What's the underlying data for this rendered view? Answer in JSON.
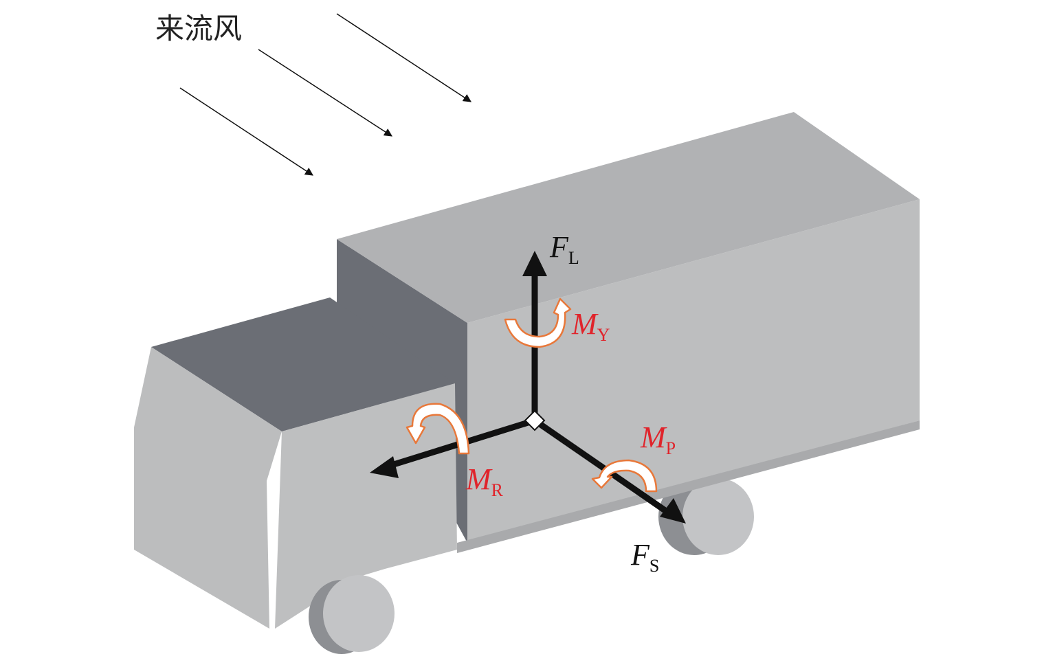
{
  "wind_label": "来流风",
  "forces": {
    "lift": {
      "symbol": "F",
      "sub": "L"
    },
    "side": {
      "symbol": "F",
      "sub": "S"
    }
  },
  "moments": {
    "yaw": {
      "symbol": "M",
      "sub": "Y"
    },
    "roll": {
      "symbol": "M",
      "sub": "R"
    },
    "pitch": {
      "symbol": "M",
      "sub": "P"
    }
  },
  "colors": {
    "moment": "#e0242b",
    "moment_arrow": "#e8783a",
    "force": "#111111",
    "body_light": "#bdbebf",
    "body_dark": "#6b6e75"
  }
}
